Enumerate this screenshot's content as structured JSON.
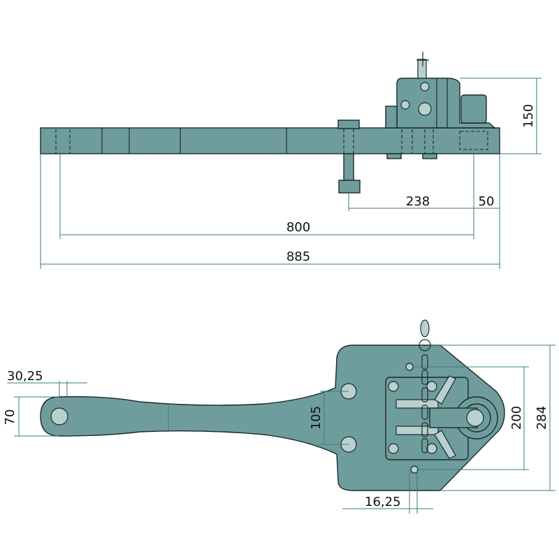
{
  "side_view": {
    "dimensions": {
      "height": "150",
      "offset_bolt": "238",
      "offset_end": "50",
      "pivot_length": "800",
      "total_length": "885"
    }
  },
  "top_view": {
    "dimensions": {
      "hole_offset": "30,25",
      "eye_height": "70",
      "bolt_spacing": "105",
      "plate_inner_height": "200",
      "plate_height": "284",
      "small_hole_offset": "16,25"
    }
  },
  "colors": {
    "part_fill": "#6f9d9d",
    "dimension_line": "#3c7a7a"
  }
}
